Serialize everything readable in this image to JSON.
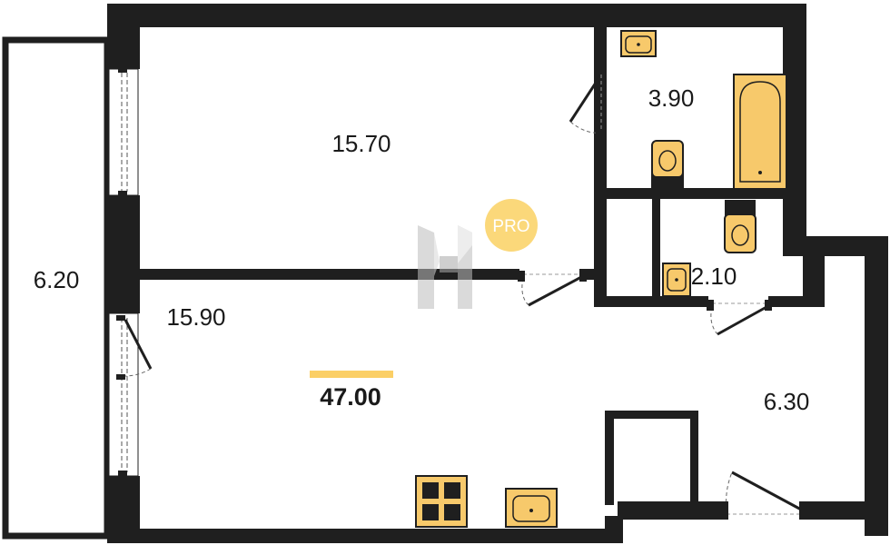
{
  "plan": {
    "total_area": "47.00",
    "rooms": [
      {
        "id": "balcony",
        "area": "6.20"
      },
      {
        "id": "room",
        "area": "15.70"
      },
      {
        "id": "kitchen-living",
        "area": "15.90"
      },
      {
        "id": "bathroom",
        "area": "3.90"
      },
      {
        "id": "toilet",
        "area": "2.10"
      },
      {
        "id": "hallway",
        "area": "6.30"
      }
    ]
  },
  "badge": {
    "label": "PRO"
  },
  "colors": {
    "wall": "#1f1f1f",
    "fixture_fill": "#f7c96b",
    "accent_bar": "#fbcf66",
    "badge": "#fbd87a",
    "watermark": "#c9c9c9"
  }
}
